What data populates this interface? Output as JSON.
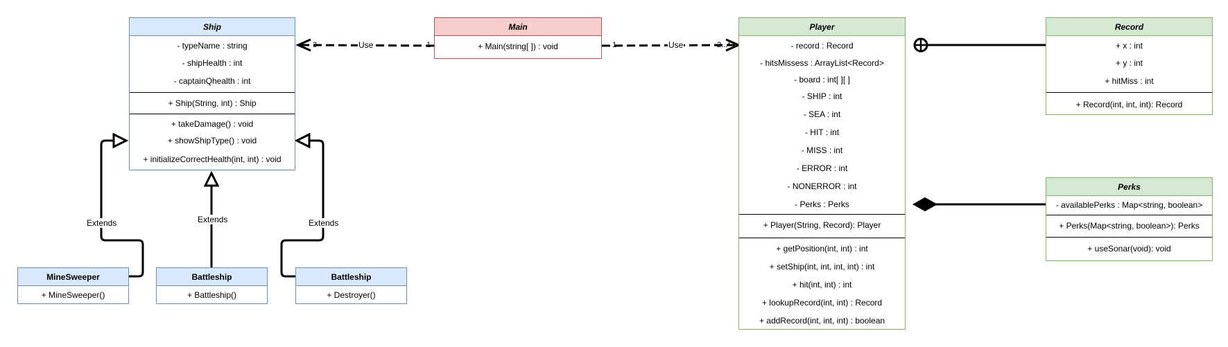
{
  "classes": {
    "ship": {
      "name": "Ship",
      "attrs": [
        "- typeName : string",
        "- shipHealth : int",
        "- captainQhealth : int"
      ],
      "constructor": "+ Ship(String, int) : Ship",
      "methods": [
        "+ takeDamage() : void",
        "+ showShipType() : void",
        "+ initializeCorrectHealth(int, int) : void"
      ]
    },
    "main": {
      "name": "Main",
      "methods": [
        "+ Main(string[ ]) : void"
      ]
    },
    "player": {
      "name": "Player",
      "attrs": [
        "- record : Record",
        "- hitsMissess : ArrayList<Record>",
        "- board : int[ ][ ]",
        "- SHIP : int",
        "- SEA : int",
        "- HIT : int",
        "- MISS : int",
        "- ERROR : int",
        "- NONERROR : int",
        "- Perks : Perks"
      ],
      "constructor": "+ Player(String, Record): Player",
      "methods": [
        "+ getPosition(int, int) : int",
        "+ setShip(int, int, int, int) : int",
        "+ hit(int, int) : int",
        "+ lookupRecord(int, int) : Record",
        "+ addRecord(int, int, int) : boolean"
      ]
    },
    "record": {
      "name": "Record",
      "attrs": [
        "+ x : int",
        "+ y : int",
        "+ hitMiss : int"
      ],
      "methods": [
        "+ Record(int, int, int): Record"
      ]
    },
    "perks": {
      "name": "Perks",
      "attrs": [
        "- availablePerks : Map<string, boolean>"
      ],
      "constructor": "+ Perks(Map<string, boolean>): Perks",
      "methods": [
        "+ useSonar(void): void"
      ]
    },
    "minesweeper": {
      "name": "MineSweeper",
      "methods": [
        "+ MineSweeper()"
      ]
    },
    "battleship": {
      "name": "Battleship",
      "methods": [
        "+ Battleship()"
      ]
    },
    "destroyer": {
      "name": "Battleship",
      "methods": [
        "+ Destroyer()"
      ]
    }
  },
  "edges": {
    "main_ship": {
      "label": "Use",
      "mult_source": "1",
      "mult_target": "3"
    },
    "main_player": {
      "label": "Use",
      "mult_source": "1",
      "mult_target": "2...*"
    },
    "extends_label": "Extends"
  }
}
